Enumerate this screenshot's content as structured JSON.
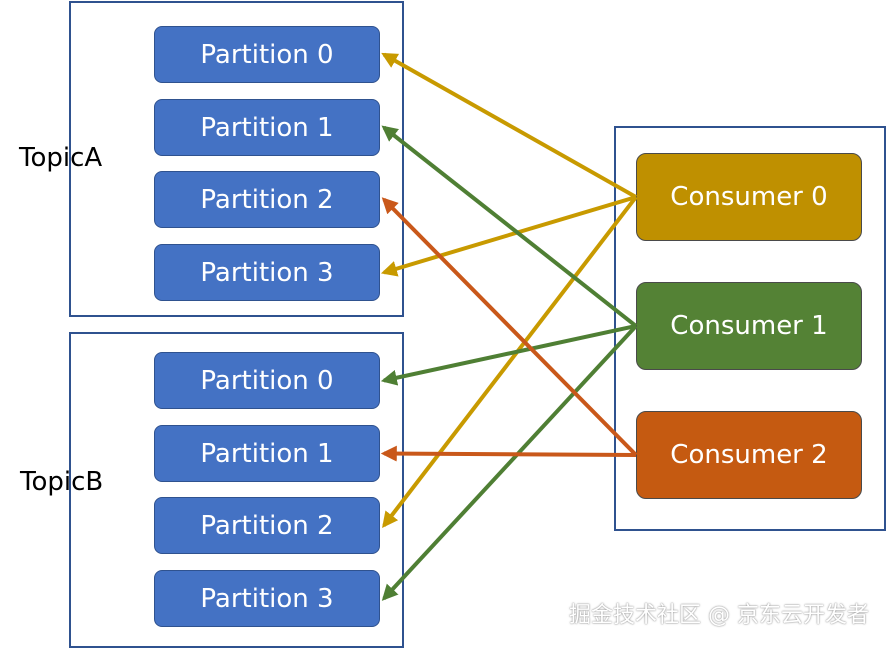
{
  "topics": [
    {
      "label": "TopicA",
      "partitions": [
        "Partition 0",
        "Partition 1",
        "Partition 2",
        "Partition 3"
      ]
    },
    {
      "label": "TopicB",
      "partitions": [
        "Partition 0",
        "Partition 1",
        "Partition 2",
        "Partition 3"
      ]
    }
  ],
  "consumers": [
    "Consumer 0",
    "Consumer 1",
    "Consumer 2"
  ],
  "colors": {
    "border": "#2f528f",
    "partition_fill": "#4472c4",
    "consumer_0": "#bf9000",
    "consumer_1": "#548235",
    "consumer_2": "#c55a11",
    "arrow_0": "#c89a00",
    "arrow_1": "#4f7f34",
    "arrow_2": "#c9581a"
  },
  "assignments": [
    {
      "consumer": 0,
      "topic": 0,
      "partition": 0
    },
    {
      "consumer": 0,
      "topic": 0,
      "partition": 3
    },
    {
      "consumer": 0,
      "topic": 1,
      "partition": 2
    },
    {
      "consumer": 1,
      "topic": 0,
      "partition": 1
    },
    {
      "consumer": 1,
      "topic": 1,
      "partition": 0
    },
    {
      "consumer": 1,
      "topic": 1,
      "partition": 3
    },
    {
      "consumer": 2,
      "topic": 0,
      "partition": 2
    },
    {
      "consumer": 2,
      "topic": 1,
      "partition": 1
    }
  ],
  "watermark": "掘金技术社区 @ 京东云开发者"
}
